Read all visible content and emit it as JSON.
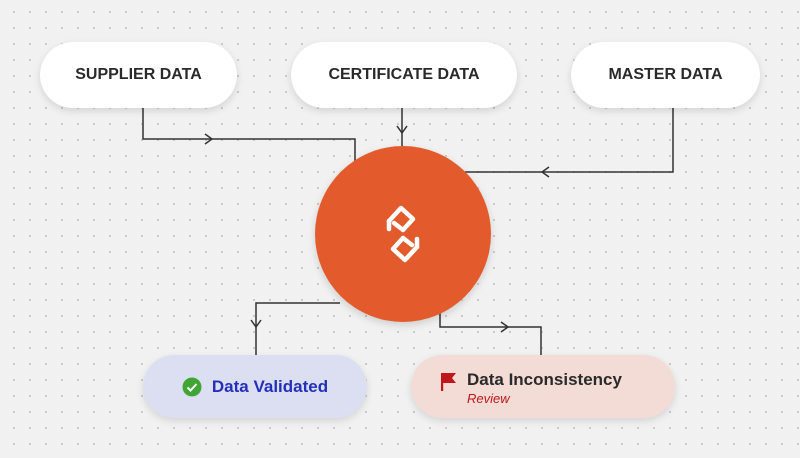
{
  "sources": [
    {
      "label": "SUPPLIER DATA"
    },
    {
      "label": "CERTIFICATE DATA"
    },
    {
      "label": "MASTER DATA"
    }
  ],
  "hub": {
    "icon": "chain-link-logo-icon",
    "color": "#e35b2c"
  },
  "results": {
    "validated": {
      "label": "Data Validated",
      "icon": "check-circle-icon",
      "color": "#2330b8",
      "bg": "#dcdff2"
    },
    "inconsistency": {
      "label": "Data Inconsistency",
      "sublabel": "Review",
      "icon": "flag-icon",
      "color": "#c0171d",
      "bg": "#f3dcd6"
    }
  }
}
